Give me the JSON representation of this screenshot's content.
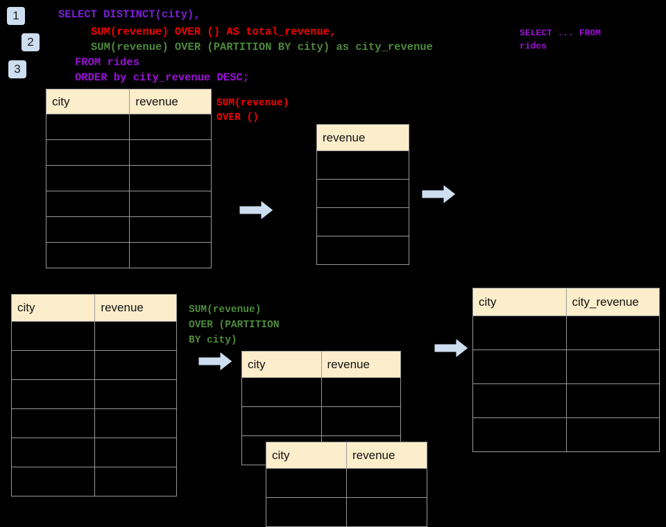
{
  "meta": {
    "background_color": "#000000",
    "header_fill": "#FCEDCB",
    "grid_line_color": "#9A9A9A",
    "badge_fill": "#CEDEF1",
    "arrow_fill": "#CEDEF1",
    "arrow_stroke": "#000000"
  },
  "badges": [
    {
      "label": "1"
    },
    {
      "label": "2"
    },
    {
      "label": "3"
    }
  ],
  "code": {
    "line1": "SELECT DISTINCT(city),",
    "line2": "SUM(revenue) OVER () AS total_revenue,",
    "line3": "SUM(revenue) OVER (PARTITION BY city) as city_revenue",
    "line4": "FROM rides",
    "line5": "ORDER by city_revenue DESC;",
    "colors": {
      "line1": "#7B1FD8",
      "line2": "#F50000",
      "line3": "#4D8B3C",
      "line4": "#9B10D6",
      "line5": "#9B10D6"
    }
  },
  "annotations": {
    "select_from": "SELECT ... FROM\nrides",
    "sum_over_empty": "SUM(revenue)\nOVER ()",
    "sum_over_partition": "SUM(revenue)\nOVER (PARTITION\nBY city)"
  },
  "tables": {
    "source_top": {
      "headers": [
        "city",
        "revenue"
      ],
      "row_count": 6,
      "rows": [
        [
          "",
          ""
        ],
        [
          "",
          ""
        ],
        [
          "",
          ""
        ],
        [
          "",
          ""
        ],
        [
          "",
          ""
        ],
        [
          "",
          ""
        ]
      ]
    },
    "total_revenue": {
      "headers": [
        "revenue"
      ],
      "row_count": 4,
      "rows": [
        [
          ""
        ],
        [
          ""
        ],
        [
          ""
        ],
        [
          ""
        ]
      ]
    },
    "source_bottom": {
      "headers": [
        "city",
        "revenue"
      ],
      "row_count": 6,
      "rows": [
        [
          "",
          ""
        ],
        [
          "",
          ""
        ],
        [
          "",
          ""
        ],
        [
          "",
          ""
        ],
        [
          "",
          ""
        ],
        [
          "",
          ""
        ]
      ]
    },
    "partition_back": {
      "headers": [
        "city",
        "revenue"
      ],
      "row_count": 3,
      "rows": [
        [
          "",
          ""
        ],
        [
          "",
          ""
        ],
        [
          "",
          ""
        ]
      ]
    },
    "partition_front": {
      "headers": [
        "city",
        "revenue"
      ],
      "row_count": 2,
      "rows": [
        [
          "",
          ""
        ],
        [
          "",
          ""
        ]
      ]
    },
    "result": {
      "headers": [
        "city",
        "city_revenue"
      ],
      "row_count": 4,
      "rows": [
        [
          "",
          ""
        ],
        [
          "",
          ""
        ],
        [
          "",
          ""
        ],
        [
          "",
          ""
        ]
      ]
    }
  },
  "arrows": [
    {
      "name": "arrow-source-to-total"
    },
    {
      "name": "arrow-total-to-right"
    },
    {
      "name": "arrow-source-to-partition"
    },
    {
      "name": "arrow-partition-to-result"
    }
  ]
}
